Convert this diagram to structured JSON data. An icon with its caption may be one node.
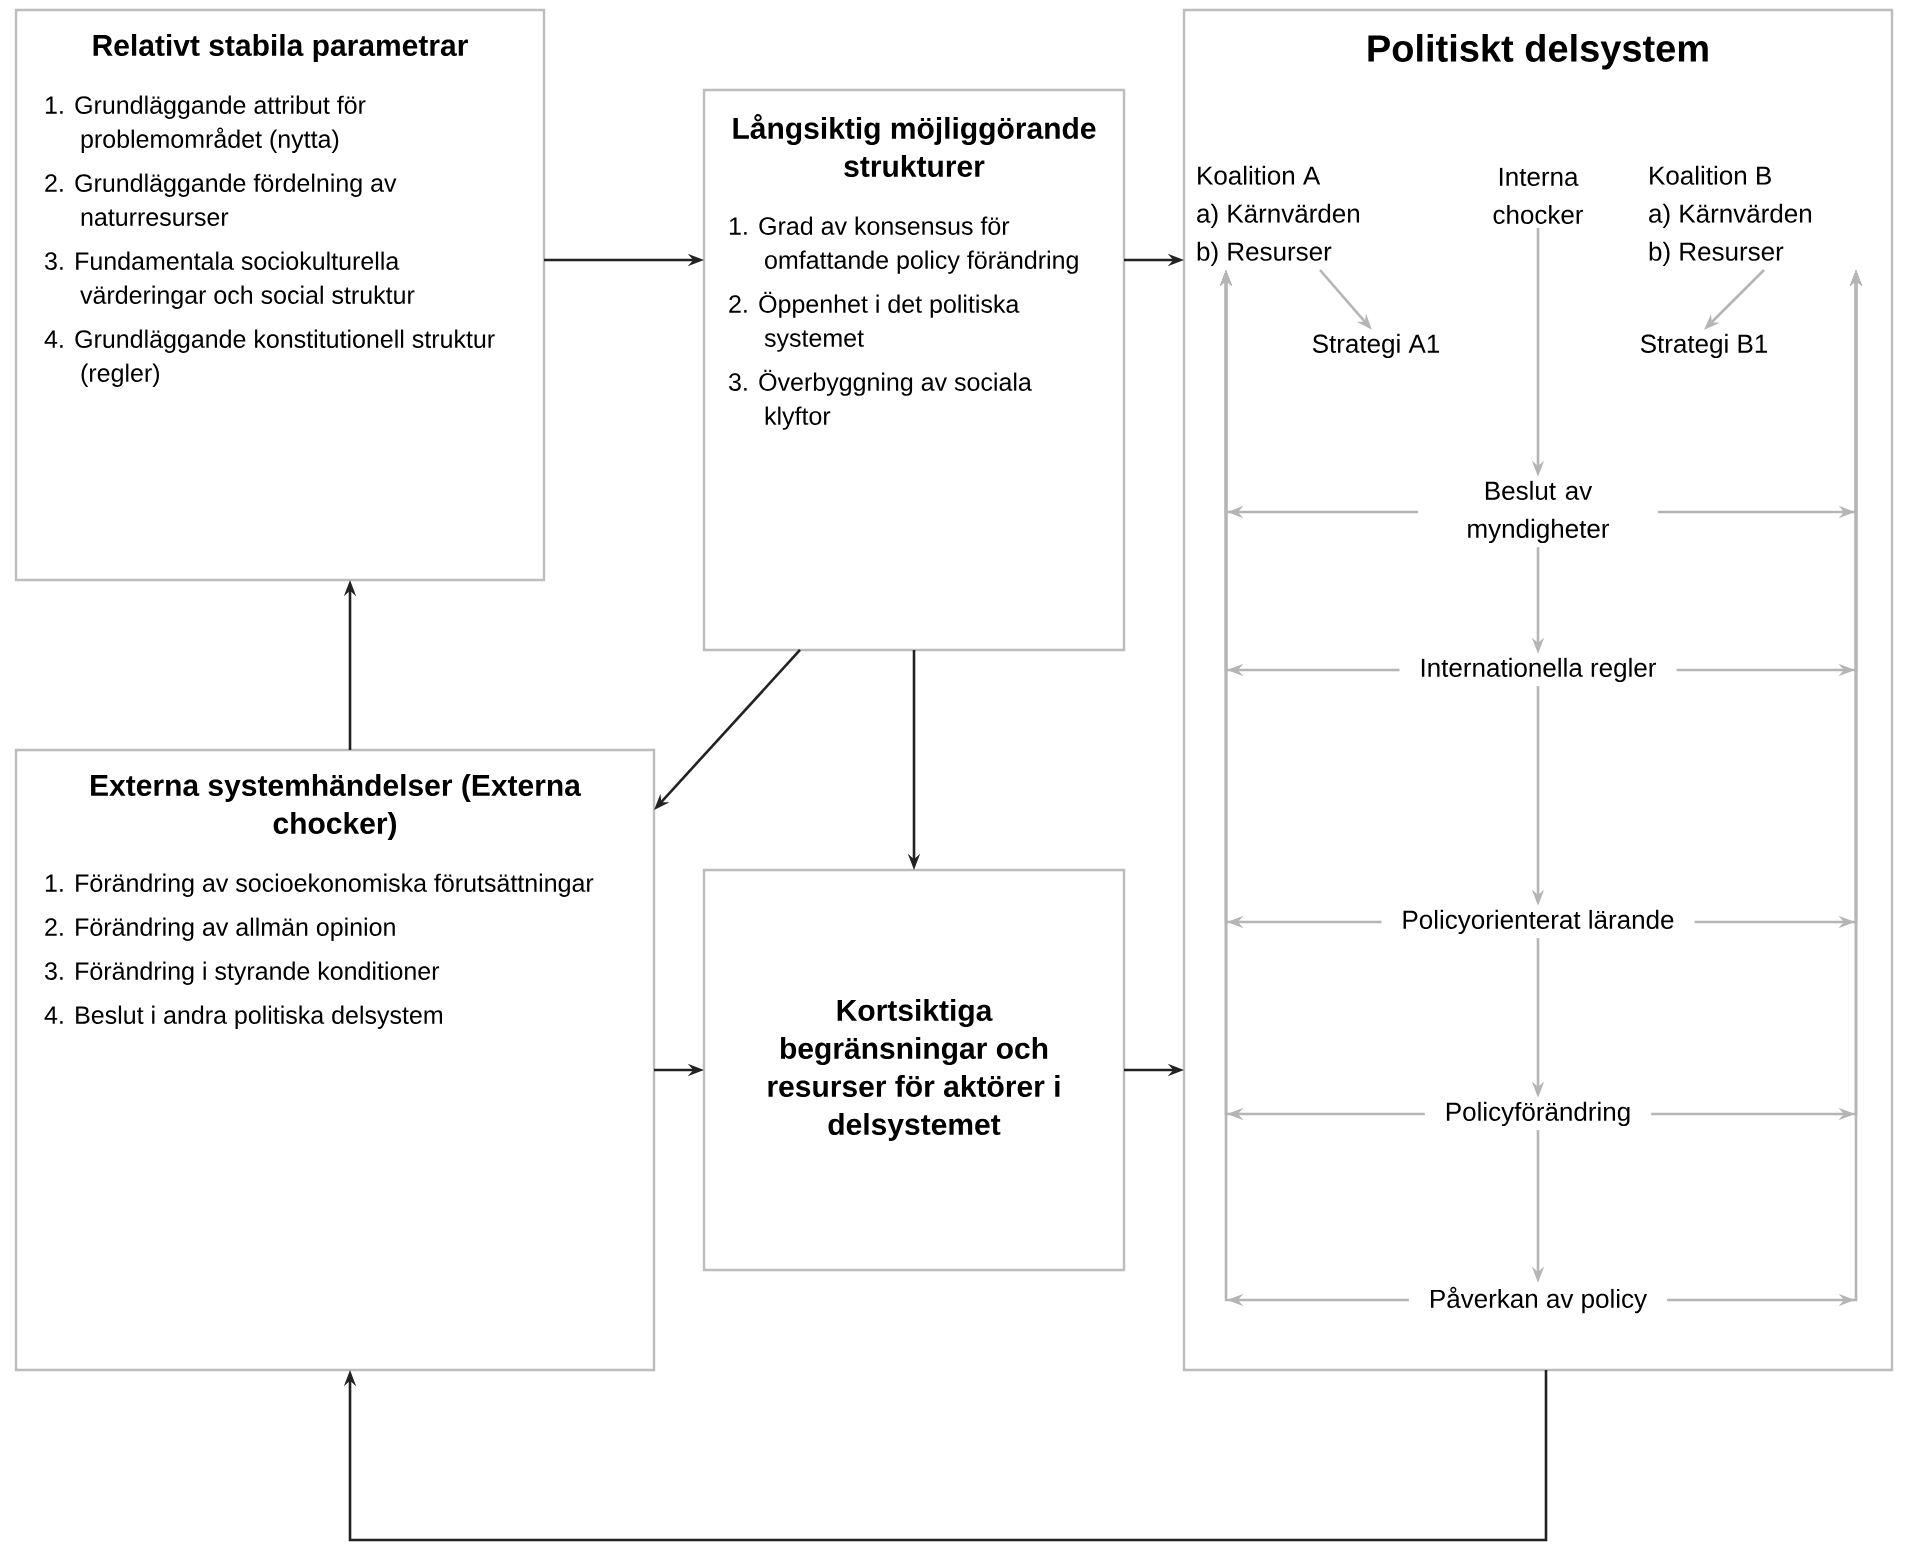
{
  "diagram": {
    "nodes": [
      {
        "text": [
          "Relativt stabila parametrar",
          "1. Grundläggande attribut för problemområdet (nytta)",
          "2. Grundläggande fördelning av naturresurser",
          "3. Fundamentala sociokulturella värderingar och social struktur",
          "4. Grundläggande konstitutionell struktur (regler)"
        ]
      },
      {
        "text": [
          "Långsiktig möjliggörande strukturer",
          "1. Grad av konsensus för omfattande policy förändring",
          "2. Öppenhet i det politiska systemet",
          "3. Överbyggning av sociala klyftor"
        ]
      },
      {
        "text": [
          "Politiskt delsystem"
        ]
      },
      {
        "text": [
          "Koalition A",
          "a) Kärnvärden",
          "b) Resurser"
        ],
        "in": 2
      },
      {
        "text": [
          "Interna chocker"
        ],
        "in": 2
      },
      {
        "text": [
          "Koalition B",
          "a) Kärnvärden",
          "b) Resurser"
        ],
        "in": 2
      },
      {
        "text": [
          "Strategi A1"
        ],
        "in": 2
      },
      {
        "text": [
          "Strategi B1"
        ],
        "in": 2
      },
      {
        "text": [
          "Beslut av myndigheter"
        ],
        "in": 2
      },
      {
        "text": [
          "Internationella regler"
        ],
        "in": 2
      },
      {
        "text": [
          "Policyorienterat lärande"
        ],
        "in": 2
      },
      {
        "text": [
          "Policyförändring"
        ],
        "in": 2
      },
      {
        "text": [
          "Påverkan av policy"
        ],
        "in": 2
      },
      {
        "text": [
          "Externa systemhändelser (Externa chocker)",
          "1. Förändring av socioekonomiska förutsättningar",
          "2. Förändring av allmän opinion",
          "3. Förändring i styrande konditioner",
          "4. Beslut i andra politiska delsystem"
        ]
      },
      {
        "text": [
          "Kortsiktiga begränsningar och resurser för aktörer i delsystemet"
        ]
      }
    ],
    "edges": [
      {
        "from": 0,
        "to": 1,
        "arrow": "to",
        "color": "#222222"
      },
      {
        "from": 1,
        "to": 2,
        "arrow": "to",
        "color": "#222222"
      },
      {
        "from": 1,
        "to": 13,
        "arrow": "to",
        "color": "#222222"
      },
      {
        "from": 1,
        "to": 14,
        "arrow": "to",
        "color": "#222222"
      },
      {
        "from": 13,
        "to": 0,
        "arrow": "to",
        "color": "#222222"
      },
      {
        "from": 13,
        "to": 14,
        "arrow": "to",
        "color": "#222222"
      },
      {
        "from": 14,
        "to": 2,
        "arrow": "to",
        "color": "#222222"
      },
      {
        "from": 2,
        "to": 13,
        "arrow": "to",
        "color": "#222222"
      },
      {
        "from": 3,
        "to": 6,
        "arrow": "to"
      },
      {
        "from": 5,
        "to": 7,
        "arrow": "to"
      },
      {
        "from": 4,
        "to": 8,
        "arrow": "to"
      },
      {
        "from": 8,
        "to": 9,
        "arrow": "to"
      },
      {
        "from": 9,
        "to": 10,
        "arrow": "to"
      },
      {
        "from": 10,
        "to": 11,
        "arrow": "to"
      },
      {
        "from": 11,
        "to": 12,
        "arrow": "to"
      },
      {
        "from": 8,
        "to": 3,
        "arrow": "to"
      },
      {
        "from": 9,
        "to": 3,
        "arrow": "to"
      },
      {
        "from": 10,
        "to": 3,
        "arrow": "to"
      },
      {
        "from": 11,
        "to": 3,
        "arrow": "to"
      },
      {
        "from": 12,
        "to": 3,
        "arrow": "to"
      },
      {
        "from": 8,
        "to": 5,
        "arrow": "to"
      },
      {
        "from": 9,
        "to": 5,
        "arrow": "to"
      },
      {
        "from": 10,
        "to": 5,
        "arrow": "to"
      },
      {
        "from": 11,
        "to": 5,
        "arrow": "to"
      },
      {
        "from": 12,
        "to": 5,
        "arrow": "to"
      }
    ]
  }
}
